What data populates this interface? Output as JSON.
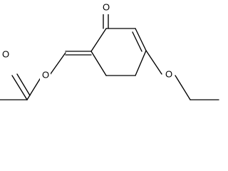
{
  "molecule": {
    "atoms": {
      "ketone_oxygen": "O",
      "ether_oxygen": "O",
      "ester_oxygen": "O",
      "carbonyl_oxygen": "O"
    }
  }
}
